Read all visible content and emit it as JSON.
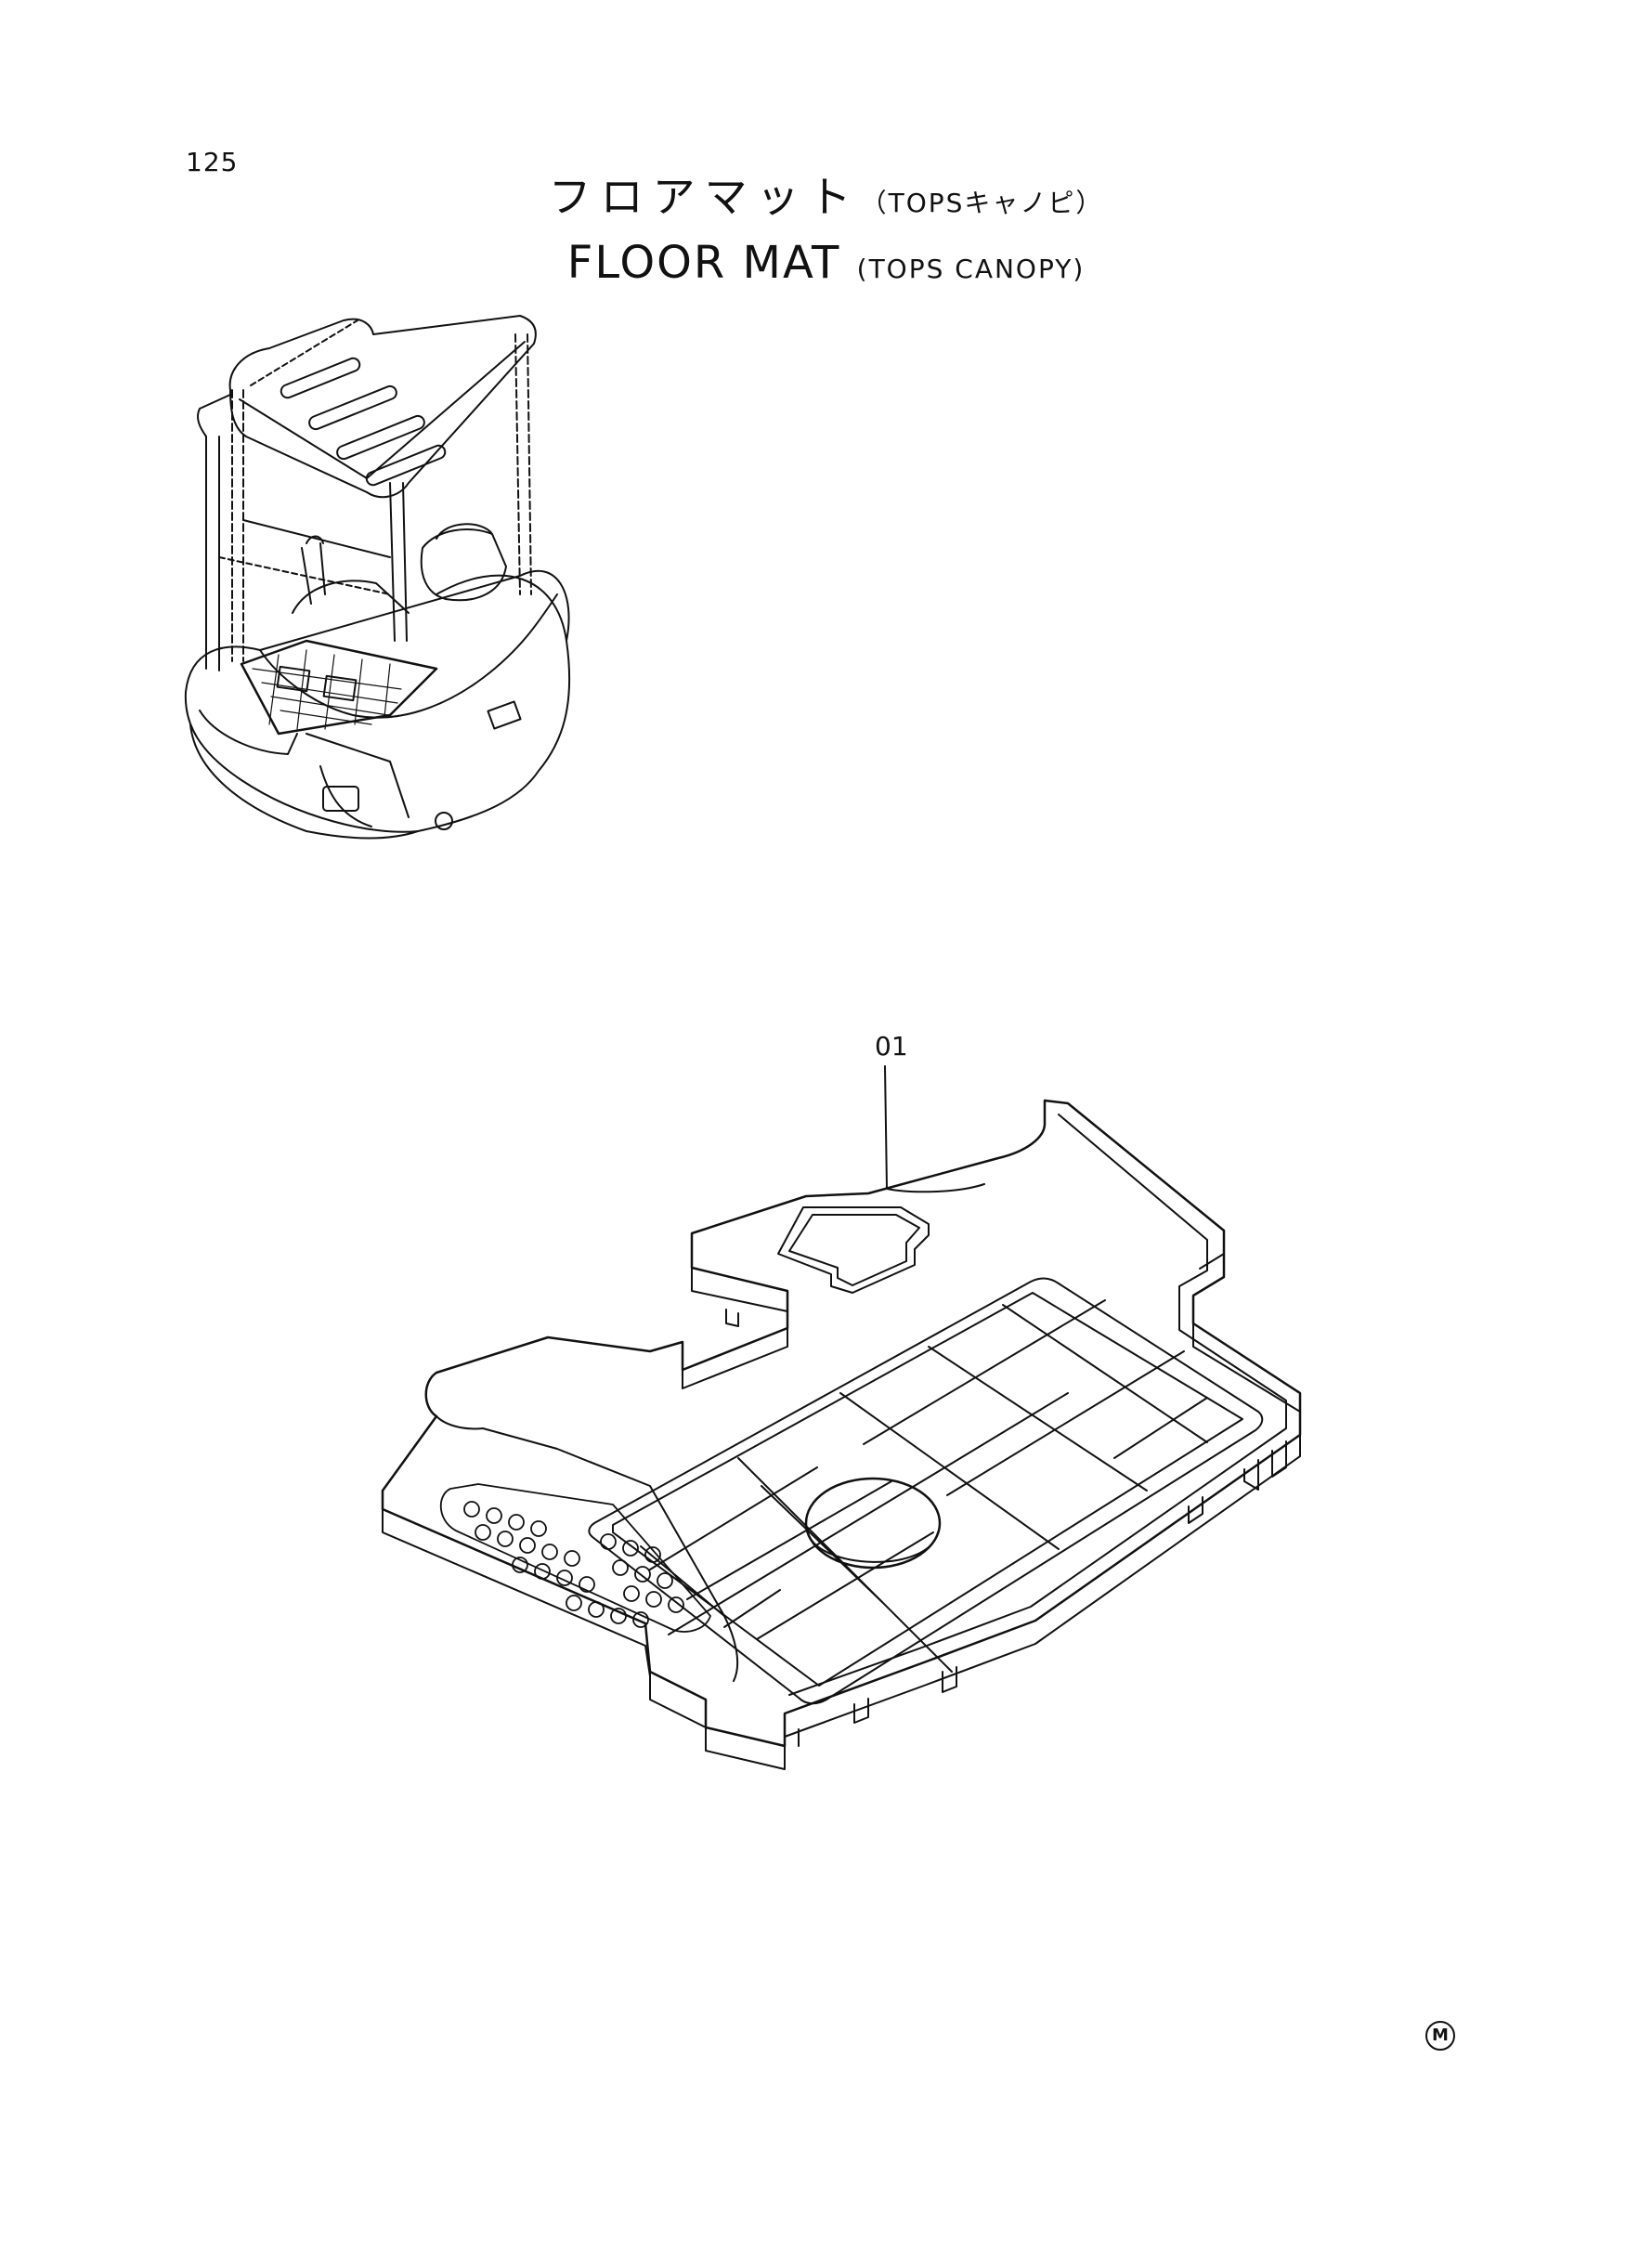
{
  "page": {
    "number": "125"
  },
  "title": {
    "japanese": "フロアマット",
    "japanese_sub": "（TOPSキャノピ）",
    "english": "FLOOR MAT",
    "english_sub": "(TOPS CANOPY)"
  },
  "callouts": [
    {
      "label": "01"
    }
  ],
  "footer": {
    "mark": "M"
  }
}
